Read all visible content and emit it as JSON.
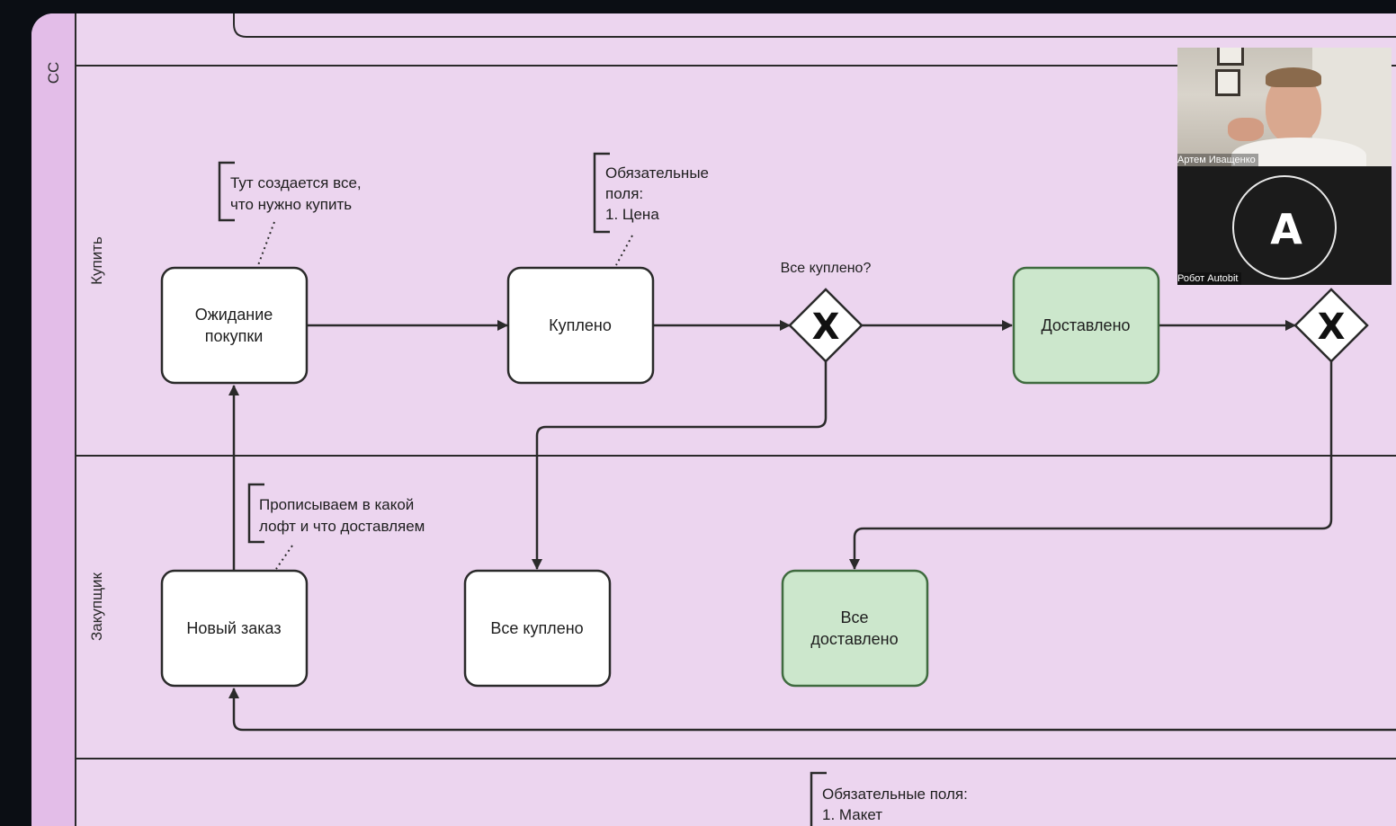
{
  "lanes": {
    "top": "СС",
    "buy": "Купить",
    "purchaser": "Закупщик"
  },
  "nodes": {
    "waiting_purchase": [
      "Ожидание",
      "покупки"
    ],
    "bought": "Куплено",
    "delivered": "Доставлено",
    "new_order": "Новый заказ",
    "all_bought": "Все куплено",
    "all_delivered": [
      "Все",
      "доставлено"
    ]
  },
  "gateways": {
    "gateway_1_label": "Все куплено?",
    "symbol": "X"
  },
  "annotations": {
    "created_here": [
      "Тут создается все,",
      "что нужно купить"
    ],
    "required_price": [
      "Обязательные",
      "поля:",
      "1. Цена"
    ],
    "describe_loft": [
      "Прописываем в какой",
      "лофт и что доставляем"
    ],
    "required_layout": [
      "Обязательные поля:",
      "1. Макет"
    ]
  },
  "video_call": {
    "participant_1": "Артем Иващенко",
    "participant_2": "Робот Autobit",
    "bot_avatar_letter": "A"
  },
  "colors": {
    "background": "#0b0e14",
    "canvas": "#ecd5ef",
    "lane_header": "#e3bde8",
    "node_white": "#ffffff",
    "node_green": "#cce7cc",
    "node_green_border": "#3f6b3f",
    "stroke": "#2a2a2a"
  }
}
